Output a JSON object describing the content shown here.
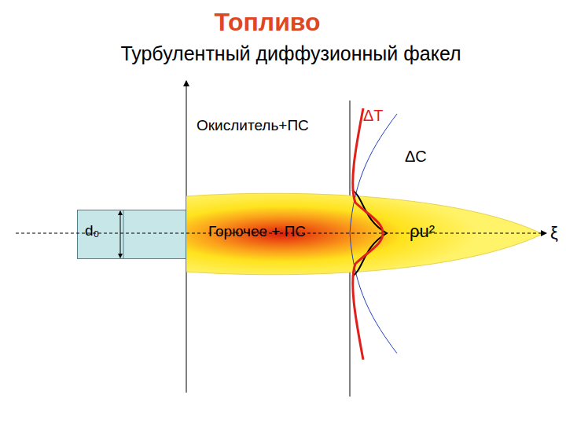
{
  "diagram": {
    "title": "Топливо",
    "nodes": [
      {
        "text": [
          "d₀"
        ]
      },
      {
        "text": [
          "Горючее + ПС",
          "ρu²"
        ]
      }
    ],
    "labels": [
      "Турбулентный диффузионный факел",
      "Окислитель+ПС",
      "ΔT",
      "ΔC",
      "ξ"
    ]
  }
}
